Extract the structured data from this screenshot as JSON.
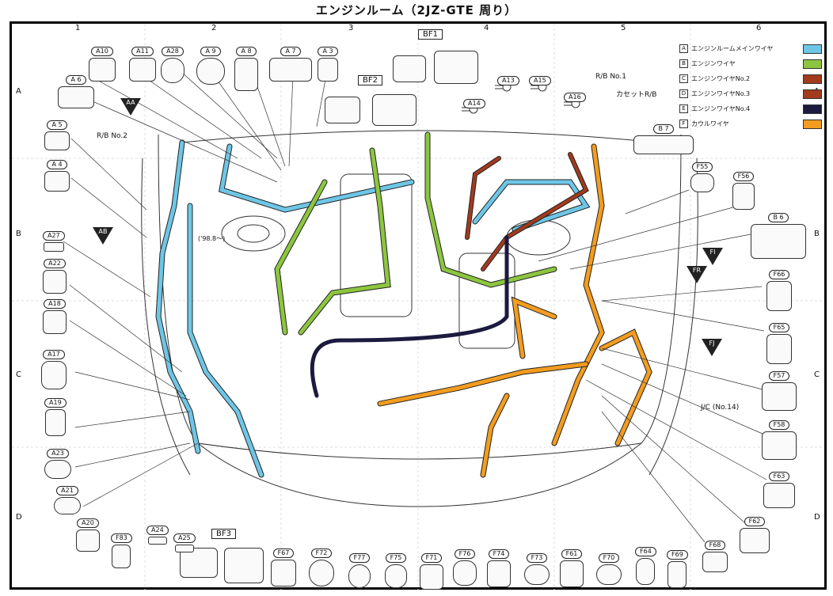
{
  "title": "エンジンルーム（2JZ-GTE 周り）",
  "grid": {
    "columns": [
      "1",
      "2",
      "3",
      "4",
      "5",
      "6"
    ],
    "rows": [
      "A",
      "B",
      "C",
      "D"
    ]
  },
  "legend": [
    {
      "key": "A",
      "label": "エンジンルームメインワイヤ",
      "color": "#6ec6e6"
    },
    {
      "key": "B",
      "label": "エンジンワイヤ",
      "color": "#8cc63f"
    },
    {
      "key": "C",
      "label": "エンジンワイヤNo.2",
      "color": "#a23a1e"
    },
    {
      "key": "D",
      "label": "エンジンワイヤNo.3",
      "color": "#a23a1e"
    },
    {
      "key": "E",
      "label": "エンジンワイヤNo.4",
      "color": "#1c1a3e"
    },
    {
      "key": "F",
      "label": "カウルワイヤ",
      "color": "#f39c1f"
    }
  ],
  "annotations": {
    "rb_no2": "R/B No.2",
    "rb_no1": "R/B No.1",
    "cassette_rb": "カセットR/B",
    "jc_no14": "J/C (No.14)",
    "year_note": "('98.8～)"
  },
  "triangles": [
    "AA",
    "AB",
    "FI",
    "FR",
    "FJ"
  ],
  "groups": {
    "bf1": "BF1",
    "bf2": "BF2",
    "bf3": "BF3"
  },
  "connectors": {
    "top": [
      "A10",
      "A11",
      "A28",
      "A 9",
      "A 8",
      "A 7",
      "A 3",
      "A 6"
    ],
    "top_right": [
      "A13",
      "A15",
      "A14",
      "A16",
      "B 7"
    ],
    "left": [
      "A 5",
      "A 4",
      "A27",
      "A22",
      "A18",
      "A17",
      "A19",
      "A23",
      "A21",
      "A20"
    ],
    "bottom": [
      "F83",
      "A24",
      "A25",
      "F67",
      "F72",
      "F77",
      "F75",
      "F71",
      "F76",
      "F74",
      "F73",
      "F61",
      "F70",
      "F64",
      "F69",
      "F68"
    ],
    "right": [
      "F55",
      "F56",
      "B 6",
      "F66",
      "F65",
      "F57",
      "F58",
      "F63",
      "F62"
    ]
  }
}
